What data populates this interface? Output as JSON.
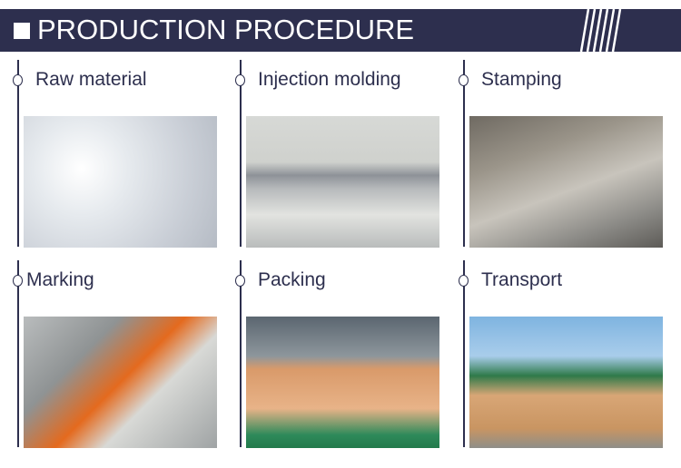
{
  "header": {
    "title": "PRODUCTION PROCEDURE"
  },
  "steps": [
    {
      "label": "Raw material",
      "icon": "plastic-pellets-photo"
    },
    {
      "label": "Injection molding",
      "icon": "injection-machine-photo"
    },
    {
      "label": "Stamping",
      "icon": "stamping-press-photo"
    },
    {
      "label": "Marking",
      "icon": "marking-machine-photo"
    },
    {
      "label": "Packing",
      "icon": "packed-boxes-photo"
    },
    {
      "label": "Transport",
      "icon": "forklift-container-photo"
    }
  ],
  "colors": {
    "brand": "#2d2f4e"
  }
}
